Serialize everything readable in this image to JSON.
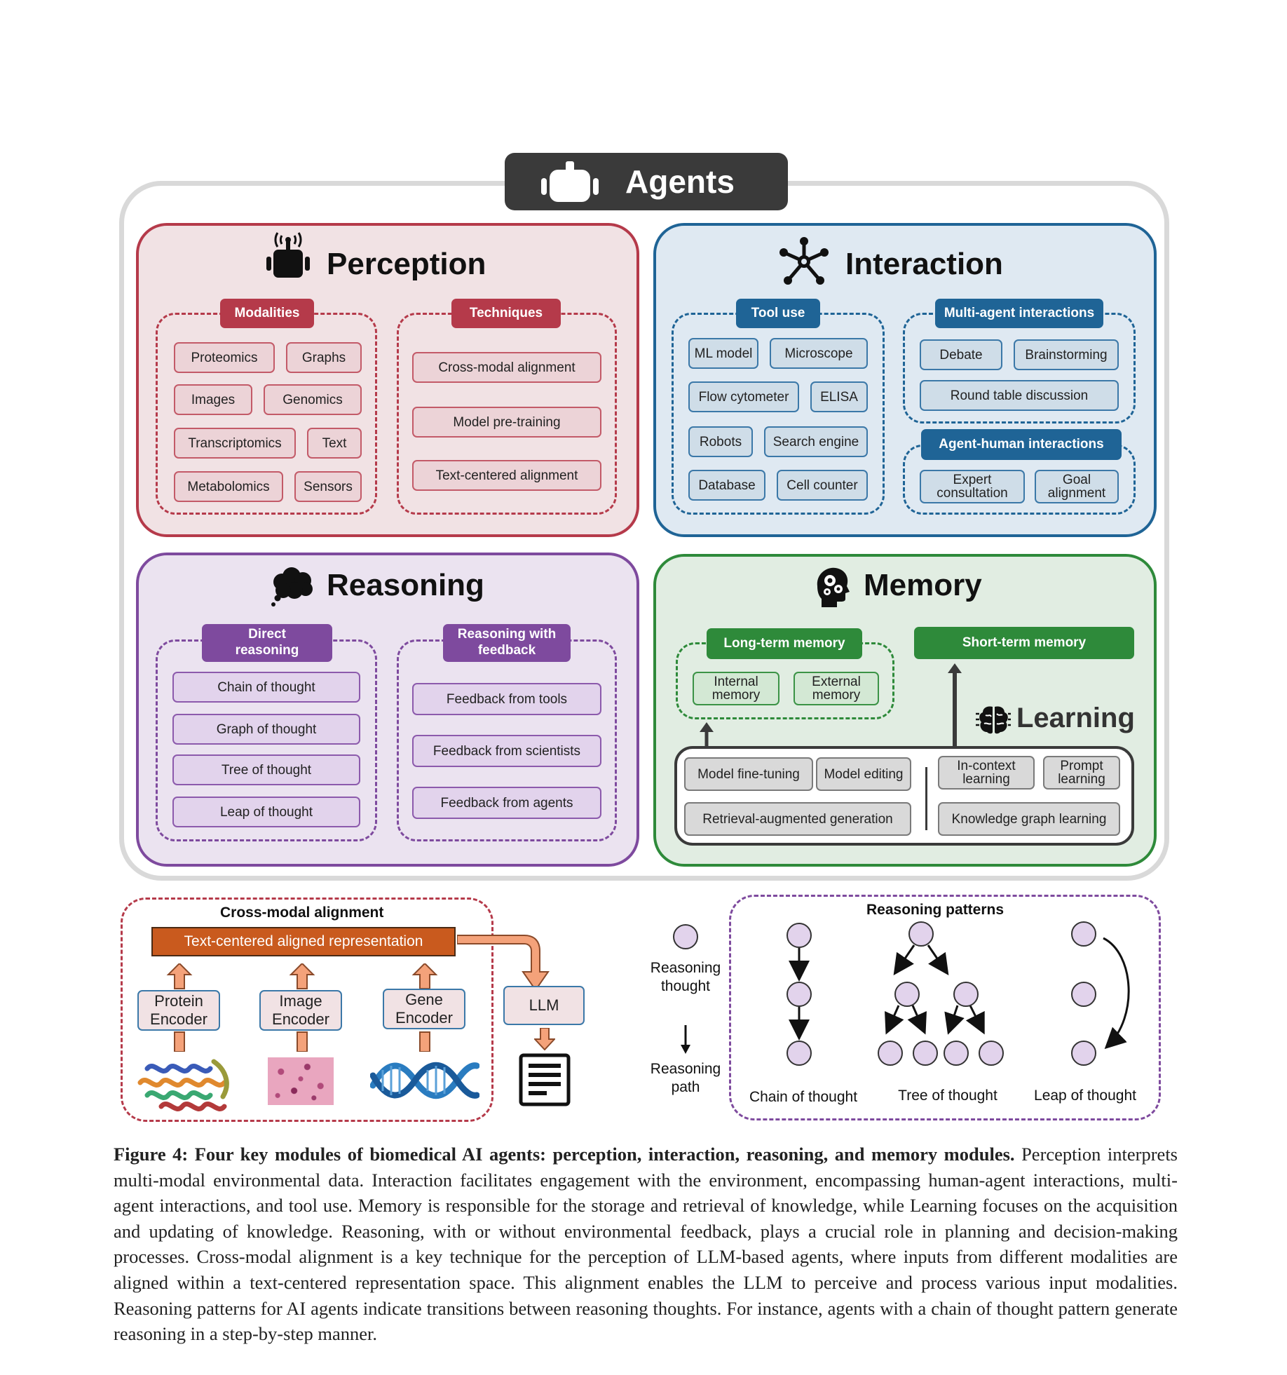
{
  "agents": {
    "title": "Agents"
  },
  "perception": {
    "title": "Perception",
    "modalities": {
      "header": "Modalities",
      "items": [
        "Proteomics",
        "Graphs",
        "Images",
        "Genomics",
        "Transcriptomics",
        "Text",
        "Metabolomics",
        "Sensors"
      ]
    },
    "techniques": {
      "header": "Techniques",
      "items": [
        "Cross-modal alignment",
        "Model pre-training",
        "Text-centered alignment"
      ]
    }
  },
  "interaction": {
    "title": "Interaction",
    "tool_use": {
      "header": "Tool use",
      "items": [
        "ML model",
        "Microscope",
        "Flow cytometer",
        "ELISA",
        "Robots",
        "Search engine",
        "Database",
        "Cell counter"
      ]
    },
    "multi_agent": {
      "header": "Multi-agent interactions",
      "items": [
        "Debate",
        "Brainstorming",
        "Round table discussion"
      ]
    },
    "agent_human": {
      "header": "Agent-human interactions",
      "items": [
        [
          "Expert",
          "consultation"
        ],
        [
          "Goal",
          "alignment"
        ]
      ]
    }
  },
  "reasoning": {
    "title": "Reasoning",
    "direct": {
      "header": [
        "Direct",
        "reasoning"
      ],
      "items": [
        "Chain of thought",
        "Graph of thought",
        "Tree of thought",
        "Leap of thought"
      ]
    },
    "feedback": {
      "header": [
        "Reasoning with",
        "feedback"
      ],
      "items": [
        "Feedback from tools",
        "Feedback from scientists",
        "Feedback from agents"
      ]
    }
  },
  "memory": {
    "title": "Memory",
    "long_term": {
      "header": "Long-term memory",
      "items": [
        [
          "Internal",
          "memory"
        ],
        [
          "External",
          "memory"
        ]
      ]
    },
    "short_term": {
      "header": "Short-term memory"
    },
    "learning": {
      "title": "Learning",
      "items": [
        "Model fine-tuning",
        "Model editing",
        "Retrieval-augmented generation",
        [
          "In-context",
          "learning"
        ],
        [
          "Prompt",
          "learning"
        ],
        "Knowledge graph learning"
      ]
    }
  },
  "cross_modal": {
    "title": "Cross-modal alignment",
    "representation": "Text-centered aligned representation",
    "encoders": [
      [
        "Protein",
        "Encoder"
      ],
      [
        "Image",
        "Encoder"
      ],
      [
        "Gene",
        "Encoder"
      ]
    ],
    "llm": "LLM"
  },
  "reasoning_patterns": {
    "title": "Reasoning patterns",
    "legend_node": [
      "Reasoning",
      "thought"
    ],
    "legend_path": [
      "Reasoning",
      "path"
    ],
    "patterns": [
      "Chain of thought",
      "Tree of thought",
      "Leap of thought"
    ]
  },
  "caption": {
    "bold": "Figure 4: Four key modules of biomedical AI agents: perception, interaction, reasoning, and memory modules.",
    "text": " Perception interprets multi-modal environmental data. Interaction facilitates engagement with the environment, encompassing human-agent interactions, multi-agent interactions, and tool use.  Memory is responsible for the storage and retrieval of knowledge, while Learning focuses on the acquisition and updating of knowledge. Reasoning, with or without environmental feedback, plays a crucial role in planning and decision-making processes. Cross-modal alignment is a key technique for the perception of LLM-based agents, where inputs from different modalities are aligned within a text-centered representation space. This alignment enables the LLM to perceive and process various input modalities. Reasoning patterns for AI agents indicate transitions between reasoning thoughts. For instance, agents with a chain of thought pattern generate reasoning in a step-by-step manner."
  },
  "colors": {
    "perception": "#b53a4a",
    "interaction": "#1f6496",
    "reasoning": "#7e4a9e",
    "memory": "#2e8a3a",
    "encoder_arrow": "#f4a27a",
    "representation": "#c95a1e"
  }
}
